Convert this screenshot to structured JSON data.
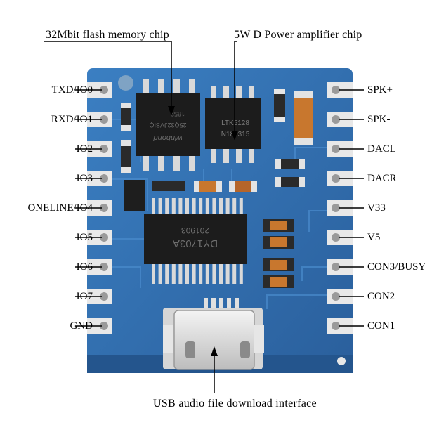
{
  "callouts": {
    "flash": "32Mbit flash memory chip",
    "amp": "5W D Power amplifier chip",
    "usb": "USB audio file download interface"
  },
  "left_pins": [
    "TXD/IO0",
    "RXD/IO1",
    "IO2",
    "IO3",
    "ONELINE/IO4",
    "IO5",
    "IO6",
    "IO7",
    "GND"
  ],
  "right_pins": [
    "SPK+",
    "SPK-",
    "DACL",
    "DACR",
    "V33",
    "V5",
    "CON3/BUSY",
    "CON2",
    "CON1"
  ],
  "chip_markings": {
    "flash_brand": "winbond",
    "flash_part": "25Q32JVSIQ",
    "flash_code": "1852",
    "amp_part": "LTK5128",
    "amp_code": "N180315",
    "main_part": "DY1703A",
    "main_code": "201903"
  },
  "colors": {
    "board": "#2e6fb0",
    "board_dark": "#1f4f86",
    "pad": "#e8e8e8",
    "chip": "#1c1c1c",
    "cap": "#c8772e"
  }
}
